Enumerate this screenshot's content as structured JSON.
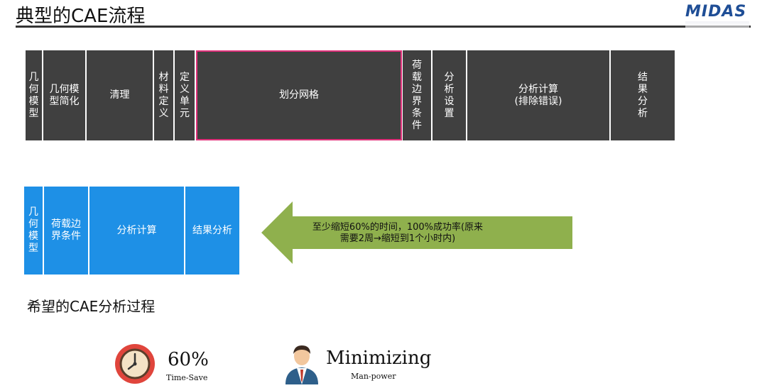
{
  "header": {
    "title": "典型的CAE流程",
    "logo": "MIDAS"
  },
  "typical_flow": [
    {
      "label": "几何模型",
      "vertical": true
    },
    {
      "label": "几何模型简化",
      "vertical": false
    },
    {
      "label": "清理",
      "vertical": false
    },
    {
      "label": "材料定义",
      "vertical": true
    },
    {
      "label": "定义单元",
      "vertical": true
    },
    {
      "label": "划分网格",
      "vertical": false,
      "highlighted": true
    },
    {
      "label": "荷载边界条件",
      "vertical": true
    },
    {
      "label": "分析设置",
      "vertical": true
    },
    {
      "label": "分析计算\n(排除错误)",
      "vertical": false
    },
    {
      "label": "结果分析",
      "vertical": true
    }
  ],
  "hoped_flow": [
    {
      "label": "几何模型",
      "vertical": true
    },
    {
      "label": "荷载边界条件",
      "vertical": false
    },
    {
      "label": "分析计算",
      "vertical": false
    },
    {
      "label": "结果分析",
      "vertical": false
    }
  ],
  "arrow": {
    "text_line1": "至少缩短60%的时间，100%成功率(原来",
    "text_line2": "需要2周→缩短到1个小时内)",
    "color": "#8fb04d"
  },
  "subtitle": "希望的CAE分析过程",
  "benefits": [
    {
      "value": "60%",
      "label": "Time-Save",
      "icon": "clock-icon"
    },
    {
      "value": "Minimizing",
      "label": "Man-power",
      "icon": "person-icon"
    }
  ],
  "colors": {
    "dark_cell": "#404040",
    "blue_cell": "#1e90e6",
    "highlight_border": "#e0307a"
  }
}
